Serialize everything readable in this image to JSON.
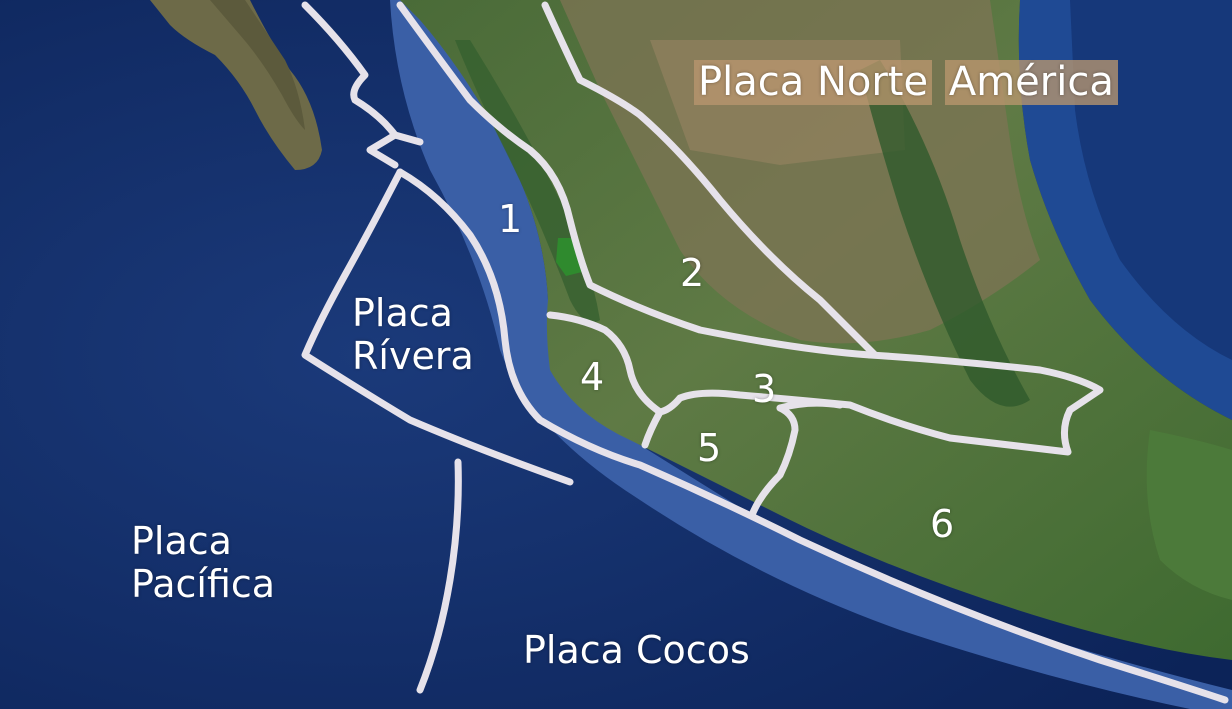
{
  "colors": {
    "ocean_deep": "#0f2a66",
    "ocean_shelf": "#3a5f9e",
    "land_green": "#3f6b32",
    "land_dry": "#8a7a55",
    "boundary_line": "#e6e2ea"
  },
  "plates": {
    "north_america": [
      "Placa Norte",
      "América"
    ],
    "rivera": [
      "Placa",
      "Rívera"
    ],
    "pacific": [
      "Placa",
      "Pacífica"
    ],
    "cocos": "Placa Cocos"
  },
  "zones": [
    "1",
    "2",
    "3",
    "4",
    "5",
    "6"
  ]
}
